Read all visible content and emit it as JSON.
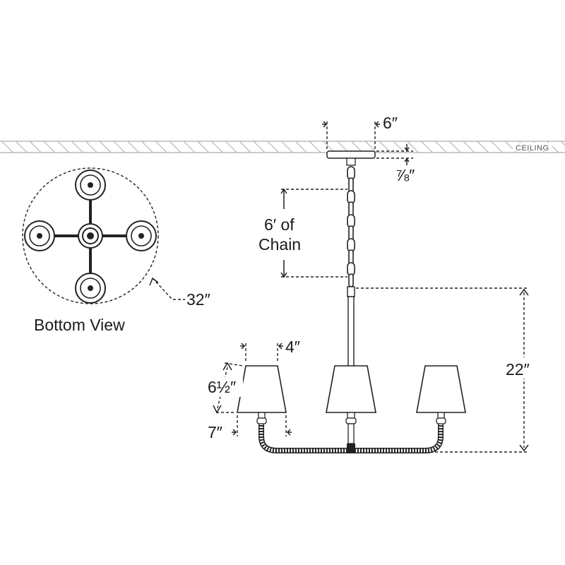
{
  "labels": {
    "canopy_width": "6″",
    "ceiling": "CEILING",
    "canopy_height": "⅞″",
    "chain_line1": "6′ of",
    "chain_line2": "Chain",
    "overall_height": "22″",
    "shade_top": "4″",
    "shade_height": "6½″",
    "shade_bottom": "7″",
    "diameter": "32″",
    "bottom_view": "Bottom View"
  },
  "icons": {
    "ceiling_hatch": "ceiling-hatch-icon",
    "chain": "chain-icon",
    "shade": "lamp-shade-icon"
  },
  "colors": {
    "line": "#222222",
    "shade_fill": "#ffffff",
    "hatch": "#888888"
  }
}
